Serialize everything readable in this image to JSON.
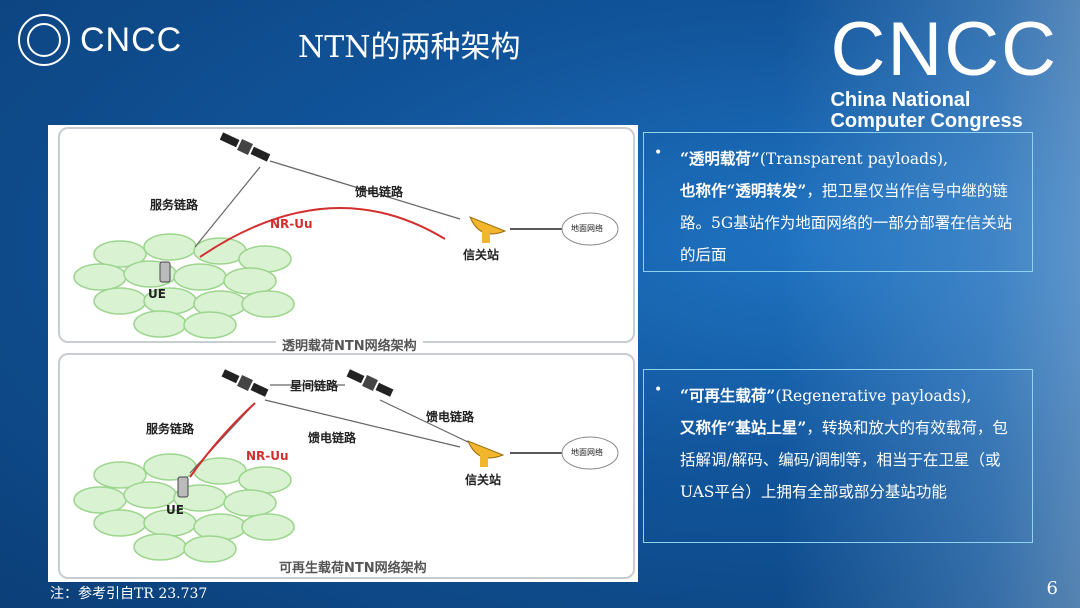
{
  "header": {
    "logo_text": "CNCC",
    "title": "NTN的两种架构",
    "brand_big": "CNCC",
    "brand_line1": "China National",
    "brand_line2": "Computer Congress"
  },
  "diagram_transparent": {
    "service_link": "服务链路",
    "feeder_link": "馈电链路",
    "nr_uu": "NR-Uu",
    "gateway": "信关站",
    "ground_network": "地面网络",
    "ue": "UE",
    "caption": "透明载荷NTN网络架构"
  },
  "diagram_regenerative": {
    "inter_satellite_link": "星间链路",
    "service_link": "服务链路",
    "feeder_link_1": "馈电链路",
    "feeder_link_2": "馈电链路",
    "nr_uu": "NR-Uu",
    "gateway": "信关站",
    "ground_network": "地面网络",
    "ue": "UE",
    "caption": "可再生载荷NTN网络架构"
  },
  "box_transparent": {
    "bullet": "•",
    "term": "“透明载荷”",
    "term_en": "(Transparent payloads),",
    "alias": "也称作“透明转发”",
    "desc": "，把卫星仅当作信号中继的链路。5G基站作为地面网络的一部分部署在信关站的后面"
  },
  "box_regenerative": {
    "bullet": "•",
    "term": "“可再生载荷”",
    "term_en": "(Regenerative payloads),",
    "alias": "又称作“基站上星”",
    "desc": "，转换和放大的有效载荷，包括解调/解码、编码/调制等，相当于在卫星（或UAS平台）上拥有全部或部分基站功能"
  },
  "footer": {
    "note": "注：参考引自TR 23.737",
    "page_number": "6"
  },
  "colors": {
    "background": "#11549a",
    "accent_red": "#d32f2f",
    "box_border": "#8fd3ec",
    "cell_green": "#b9e6b0"
  }
}
